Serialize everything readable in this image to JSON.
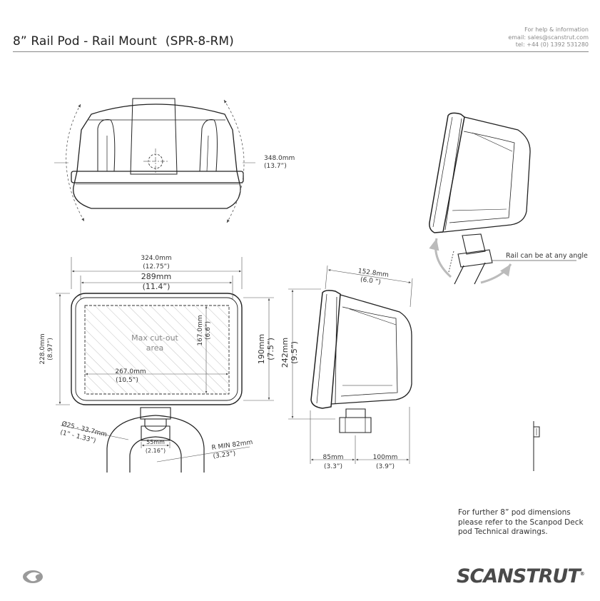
{
  "header": {
    "title": "8” Rail Pod - Rail Mount",
    "code": "(SPR-8-RM)",
    "help_lines": [
      "For help & information",
      "email: sales@scanstrut.com",
      "tel:  +44 (0) 1392 531280"
    ]
  },
  "top_view": {
    "width_mm": "348.0mm",
    "width_in": "(13.7”)"
  },
  "front_view": {
    "outer_width_mm": "324.0mm",
    "outer_width_in": "(12.75”)",
    "inner_width_mm": "289mm",
    "inner_width_in": "(11.4”)",
    "height_mm": "228.0mm",
    "height_in": "(8.97”)",
    "cutout_label_1": "Max cut-out",
    "cutout_label_2": "area",
    "cutout_height_mm": "167.0mm",
    "cutout_height_in": "(6.6”)",
    "cutout_width_mm": "267.0mm",
    "cutout_width_in": "(10.5”)",
    "body_height_mm": "190mm",
    "body_height_in": "(7.5”)",
    "rail_dia_mm": "Ø25 - 33.7mm",
    "rail_dia_in": "(1” - 1.33”)",
    "clamp_width_mm": "55mm",
    "clamp_width_in": "(2.16”)",
    "bend_radius_mm": "R MIN 82mm",
    "bend_radius_in": "(3.23”)"
  },
  "side_view": {
    "depth_mm": "152.8mm",
    "depth_in": "(6.0 ”)",
    "total_height_mm": "242mm",
    "total_height_in": "(9.5”)",
    "front_offset_mm": "85mm",
    "front_offset_in": "(3.3”)",
    "rear_offset_mm": "100mm",
    "rear_offset_in": "(3.9”)"
  },
  "angle_view": {
    "label": "Rail can be at any angle"
  },
  "footer": {
    "note": "For further 8” pod dimensions please refer to the Scanpod Deck pod Technical drawings.",
    "brand": "SCANSTRUT",
    "reg_mark": "®"
  }
}
